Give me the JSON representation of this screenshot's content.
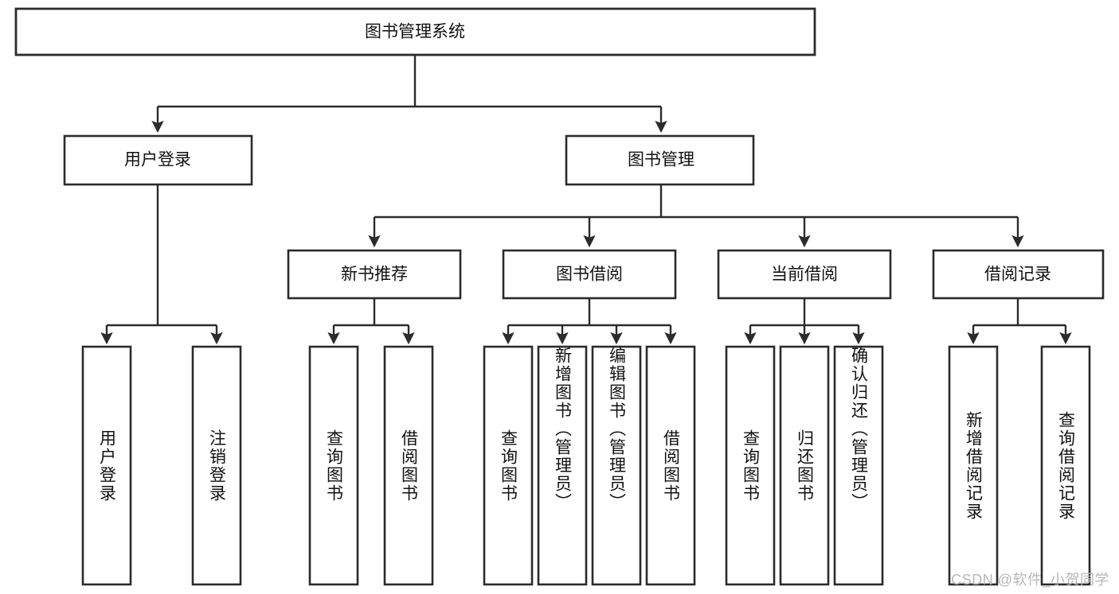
{
  "diagram": {
    "type": "tree",
    "title": "图书管理系统",
    "watermark": "CSDN @软件_小贺同学",
    "colors": {
      "stroke": "#2b2b2b",
      "fill": "#ffffff",
      "text": "#111111",
      "watermark": "#b7b7b7"
    },
    "root": {
      "label": "图书管理系统"
    },
    "level2": [
      {
        "label": "用户登录"
      },
      {
        "label": "图书管理"
      }
    ],
    "level3": [
      {
        "label": "新书推荐"
      },
      {
        "label": "图书借阅"
      },
      {
        "label": "当前借阅"
      },
      {
        "label": "借阅记录"
      }
    ],
    "leaves": [
      {
        "label": "用户登录"
      },
      {
        "label": "注销登录"
      },
      {
        "label": "查询图书"
      },
      {
        "label": "借阅图书"
      },
      {
        "label": "查询图书"
      },
      {
        "label": "新增图书（管理员）"
      },
      {
        "label": "编辑图书（管理员）"
      },
      {
        "label": "借阅图书"
      },
      {
        "label": "查询图书"
      },
      {
        "label": "归还图书"
      },
      {
        "label": "确认归还（管理员）"
      },
      {
        "label": "新增借阅记录"
      },
      {
        "label": "查询借阅记录"
      }
    ],
    "hierarchy": {
      "图书管理系统": [
        "用户登录",
        "图书管理"
      ],
      "用户登录": [
        "用户登录",
        "注销登录"
      ],
      "图书管理": [
        "新书推荐",
        "图书借阅",
        "当前借阅",
        "借阅记录"
      ],
      "新书推荐": [
        "查询图书",
        "借阅图书"
      ],
      "图书借阅": [
        "查询图书",
        "新增图书（管理员）",
        "编辑图书（管理员）",
        "借阅图书"
      ],
      "当前借阅": [
        "查询图书",
        "归还图书",
        "确认归还（管理员）"
      ],
      "借阅记录": [
        "新增借阅记录",
        "查询借阅记录"
      ]
    }
  }
}
